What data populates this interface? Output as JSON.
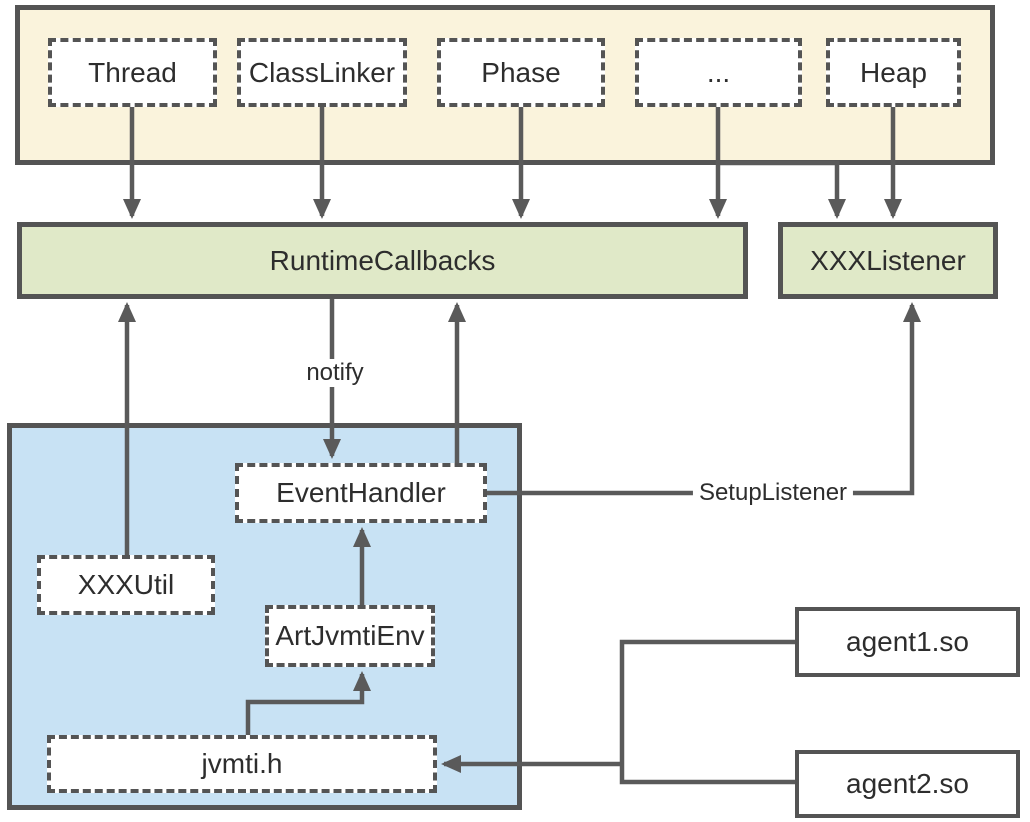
{
  "colors": {
    "canvas_bg": "#ffffff",
    "runtime_fill": "#faf3dc",
    "green_fill": "#e0e9c8",
    "blue_fill": "#c8e2f4",
    "box_fill": "#ffffff",
    "border": "#545454",
    "line": "#5a5a5a",
    "text": "#2d2d2d"
  },
  "runtime_modules": [
    {
      "label": "Thread"
    },
    {
      "label": "ClassLinker"
    },
    {
      "label": "Phase"
    },
    {
      "label": "..."
    },
    {
      "label": "Heap"
    }
  ],
  "runtime_callbacks": {
    "label": "RuntimeCallbacks"
  },
  "xxx_listener": {
    "label": "XXXListener"
  },
  "jvmti_internals": {
    "event_handler": {
      "label": "EventHandler"
    },
    "xxx_util": {
      "label": "XXXUtil"
    },
    "art_jvmti_env": {
      "label": "ArtJvmtiEnv"
    },
    "jvmti_h": {
      "label": "jvmti.h"
    }
  },
  "agents": [
    {
      "label": "agent1.so"
    },
    {
      "label": "agent2.so"
    }
  ],
  "edge_labels": {
    "notify": "notify",
    "setup_listener": "SetupListener"
  }
}
